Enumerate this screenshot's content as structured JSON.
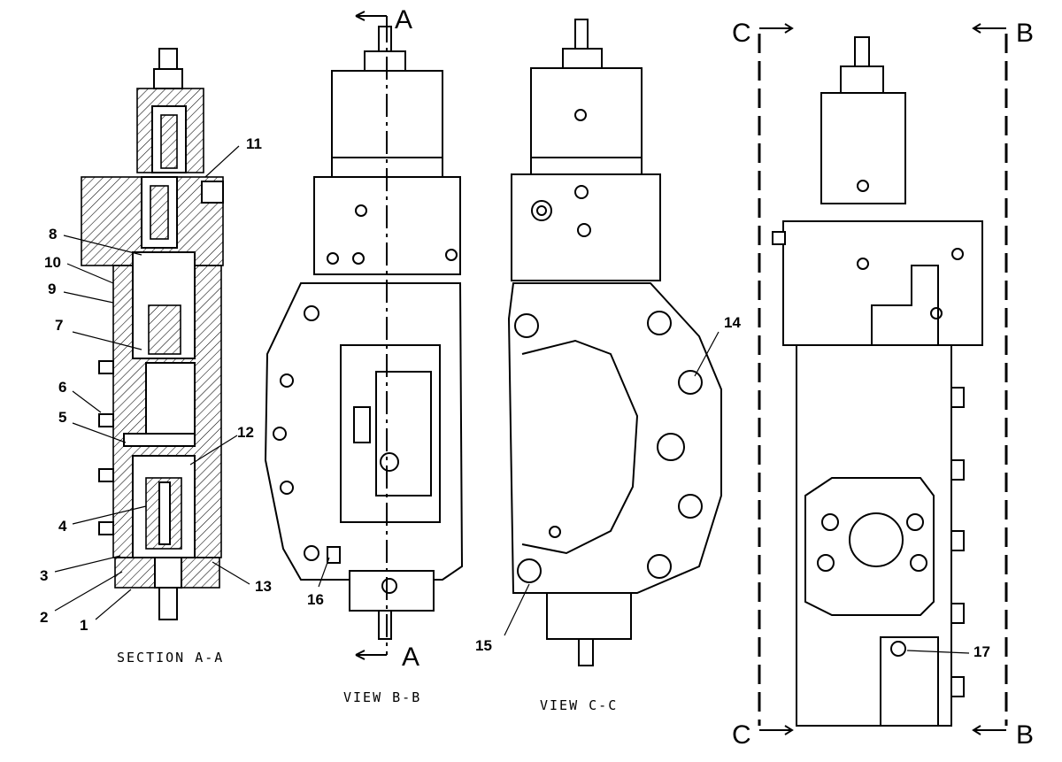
{
  "views": {
    "section_aa": {
      "caption": "SECTION A-A"
    },
    "view_bb": {
      "caption": "VIEW B-B",
      "section_top": "A",
      "section_bottom": "A"
    },
    "view_cc": {
      "caption": "VIEW C-C"
    },
    "view_right": {
      "mark_c_top": "C",
      "mark_c_bottom": "C",
      "mark_b_top": "B",
      "mark_b_bottom": "B"
    }
  },
  "callouts": [
    "1",
    "2",
    "3",
    "4",
    "5",
    "6",
    "7",
    "8",
    "9",
    "10",
    "11",
    "12",
    "13",
    "14",
    "15",
    "16",
    "17"
  ]
}
